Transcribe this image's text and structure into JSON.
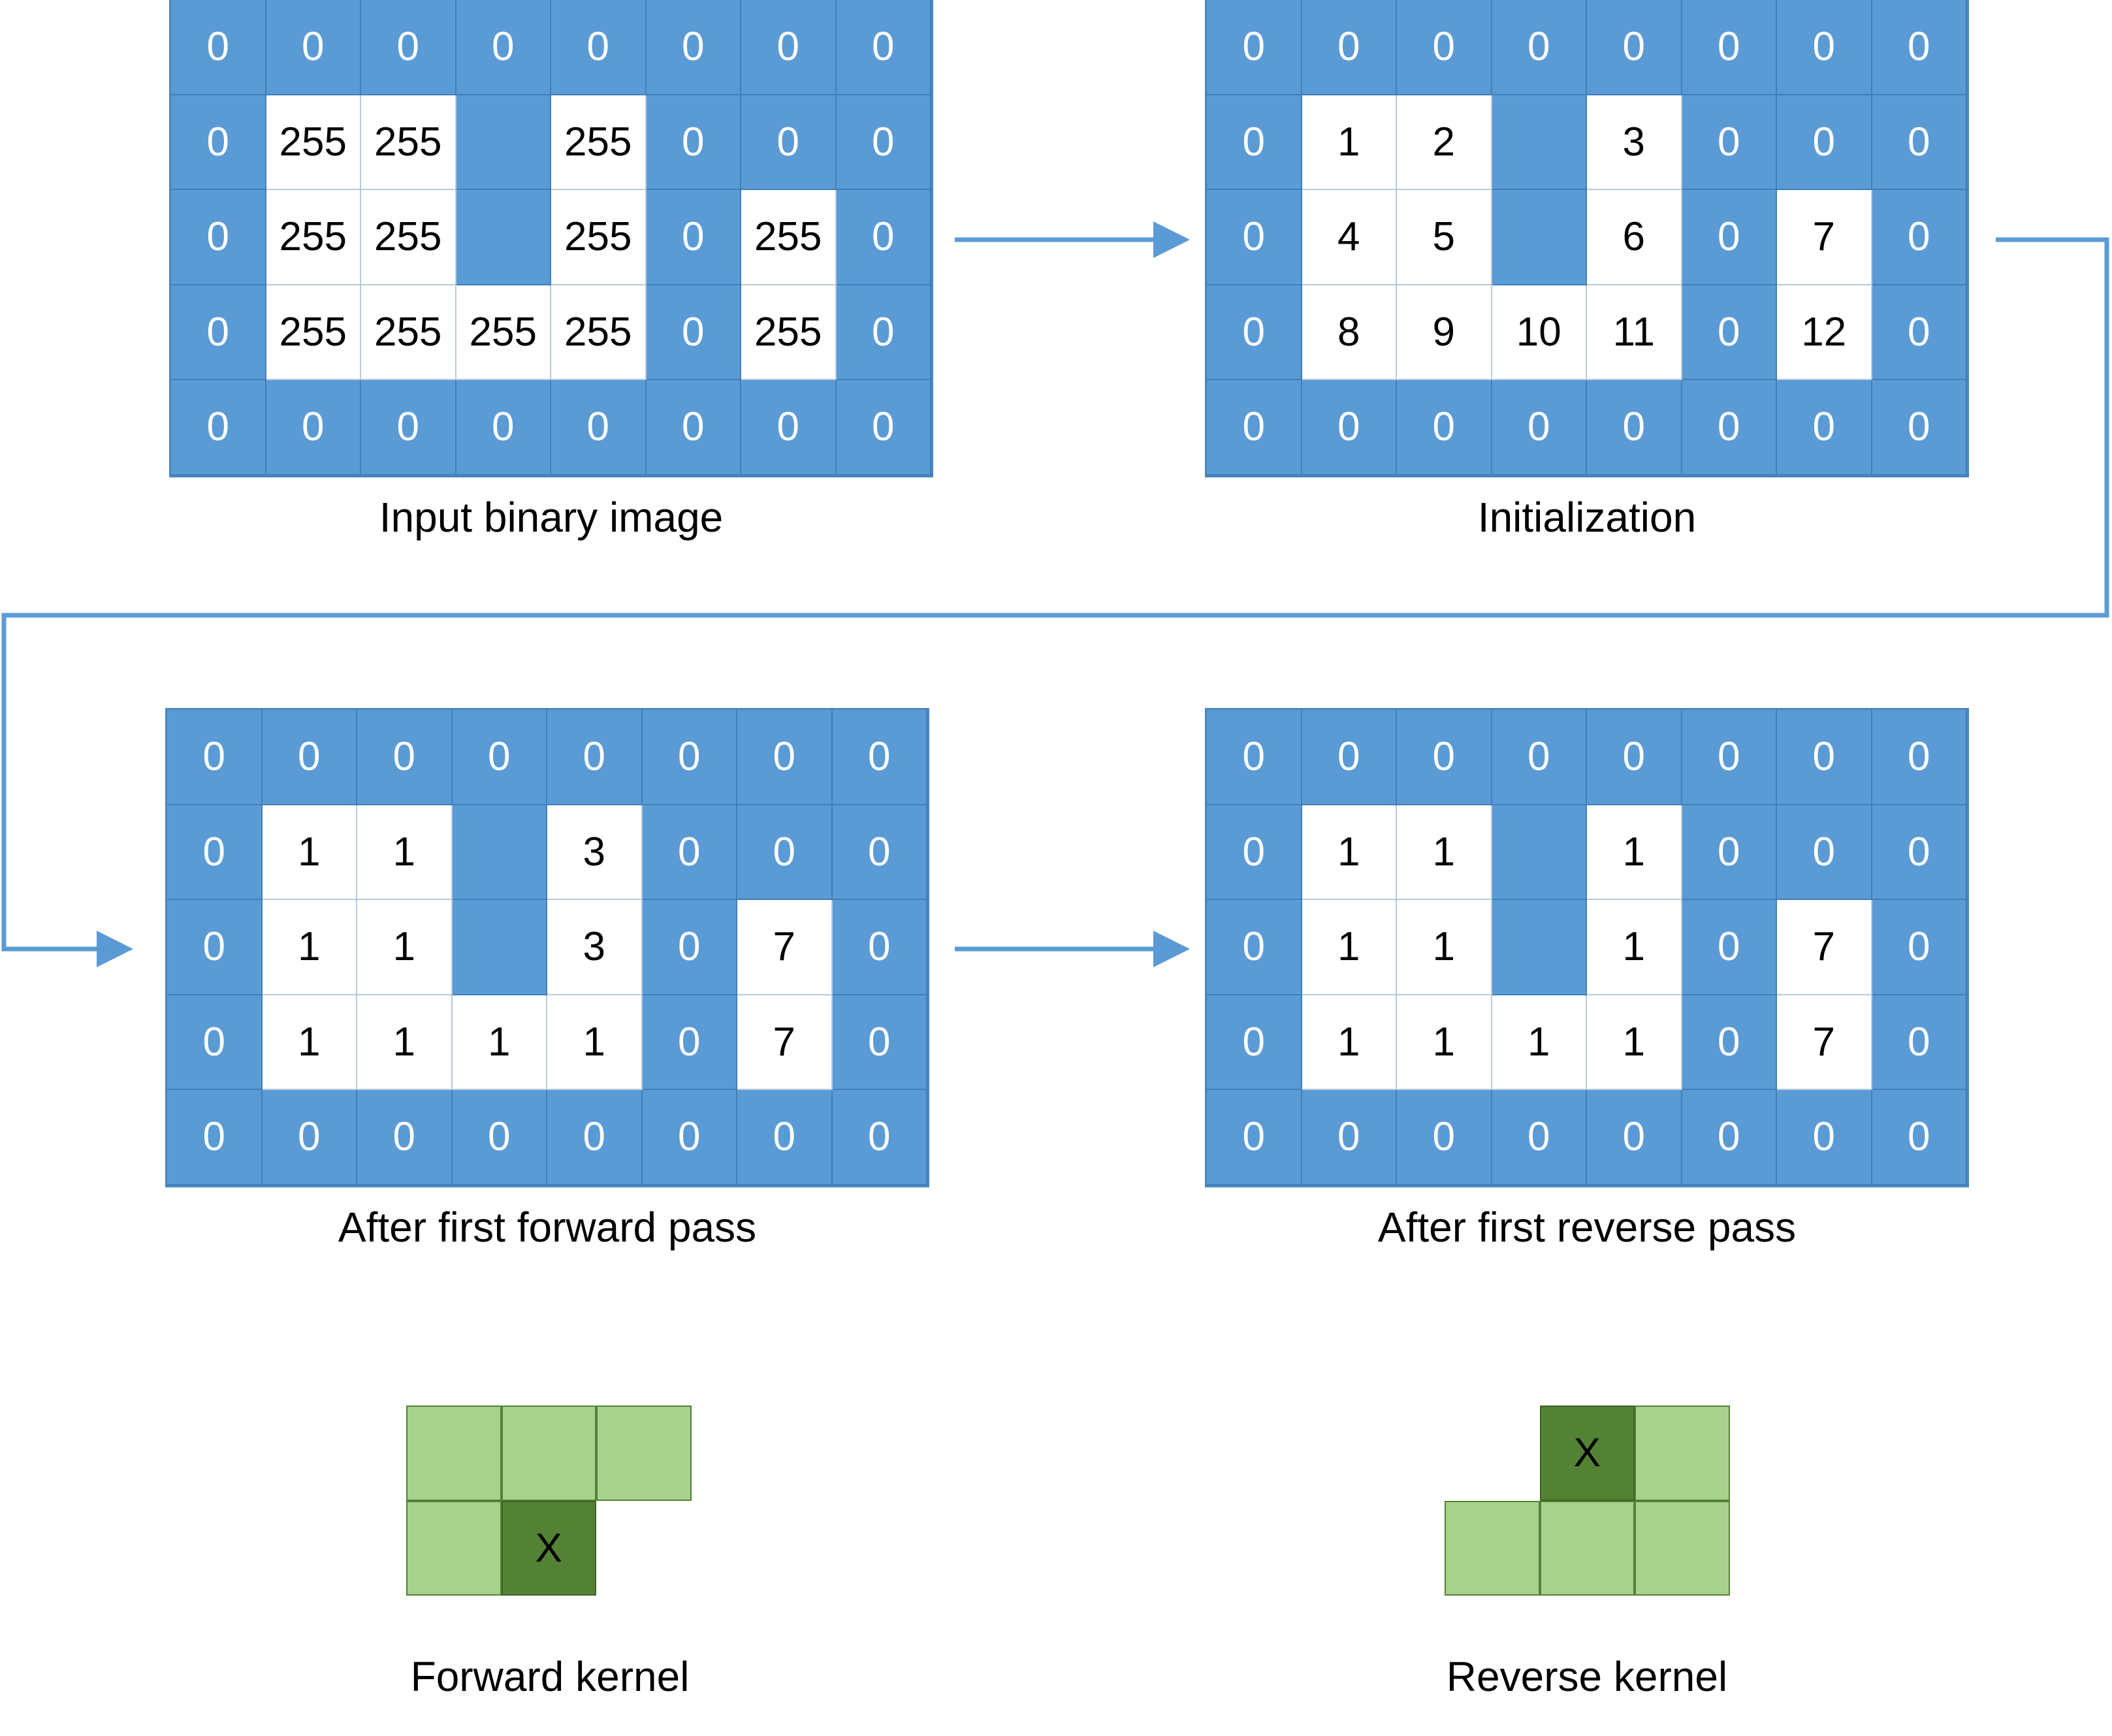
{
  "panels": [
    {
      "caption": "Input binary image",
      "rows": [
        [
          "0",
          "0",
          "0",
          "0",
          "0",
          "0",
          "0",
          "0"
        ],
        [
          "0",
          "255",
          "255",
          "",
          "255",
          "0",
          "0",
          "0"
        ],
        [
          "0",
          "255",
          "255",
          "",
          "255",
          "0",
          "255",
          "0"
        ],
        [
          "0",
          "255",
          "255",
          "255",
          "255",
          "0",
          "255",
          "0"
        ],
        [
          "0",
          "0",
          "0",
          "0",
          "0",
          "0",
          "0",
          "0"
        ]
      ]
    },
    {
      "caption": "Initialization",
      "rows": [
        [
          "0",
          "0",
          "0",
          "0",
          "0",
          "0",
          "0",
          "0"
        ],
        [
          "0",
          "1",
          "2",
          "",
          "3",
          "0",
          "0",
          "0"
        ],
        [
          "0",
          "4",
          "5",
          "",
          "6",
          "0",
          "7",
          "0"
        ],
        [
          "0",
          "8",
          "9",
          "10",
          "11",
          "0",
          "12",
          "0"
        ],
        [
          "0",
          "0",
          "0",
          "0",
          "0",
          "0",
          "0",
          "0"
        ]
      ]
    },
    {
      "caption": "After first forward pass",
      "rows": [
        [
          "0",
          "0",
          "0",
          "0",
          "0",
          "0",
          "0",
          "0"
        ],
        [
          "0",
          "1",
          "1",
          "",
          "3",
          "0",
          "0",
          "0"
        ],
        [
          "0",
          "1",
          "1",
          "",
          "3",
          "0",
          "7",
          "0"
        ],
        [
          "0",
          "1",
          "1",
          "1",
          "1",
          "0",
          "7",
          "0"
        ],
        [
          "0",
          "0",
          "0",
          "0",
          "0",
          "0",
          "0",
          "0"
        ]
      ]
    },
    {
      "caption": "After first reverse pass",
      "rows": [
        [
          "0",
          "0",
          "0",
          "0",
          "0",
          "0",
          "0",
          "0"
        ],
        [
          "0",
          "1",
          "1",
          "",
          "1",
          "0",
          "0",
          "0"
        ],
        [
          "0",
          "1",
          "1",
          "",
          "1",
          "0",
          "7",
          "0"
        ],
        [
          "0",
          "1",
          "1",
          "1",
          "1",
          "0",
          "7",
          "0"
        ],
        [
          "0",
          "0",
          "0",
          "0",
          "0",
          "0",
          "0",
          "0"
        ]
      ]
    }
  ],
  "foreground_mask": [
    [
      0,
      0,
      0,
      0,
      0,
      0,
      0,
      0
    ],
    [
      0,
      1,
      1,
      0,
      1,
      0,
      0,
      0
    ],
    [
      0,
      1,
      1,
      0,
      1,
      0,
      1,
      0
    ],
    [
      0,
      1,
      1,
      1,
      1,
      0,
      1,
      0
    ],
    [
      0,
      0,
      0,
      0,
      0,
      0,
      0,
      0
    ]
  ],
  "kernels": [
    {
      "caption": "Forward kernel",
      "layout": [
        [
          "light",
          "light",
          "light"
        ],
        [
          "light",
          "dark",
          "empty"
        ]
      ],
      "marker": "X"
    },
    {
      "caption": "Reverse kernel",
      "layout": [
        [
          "empty",
          "dark",
          "light"
        ],
        [
          "light",
          "light",
          "light"
        ]
      ],
      "marker": "X"
    }
  ],
  "colors": {
    "background_cell": "#5b9bd5",
    "foreground_cell": "#ffffff",
    "arrow": "#5b9bd5",
    "kernel_light": "#a9d18e",
    "kernel_dark": "#548235"
  }
}
